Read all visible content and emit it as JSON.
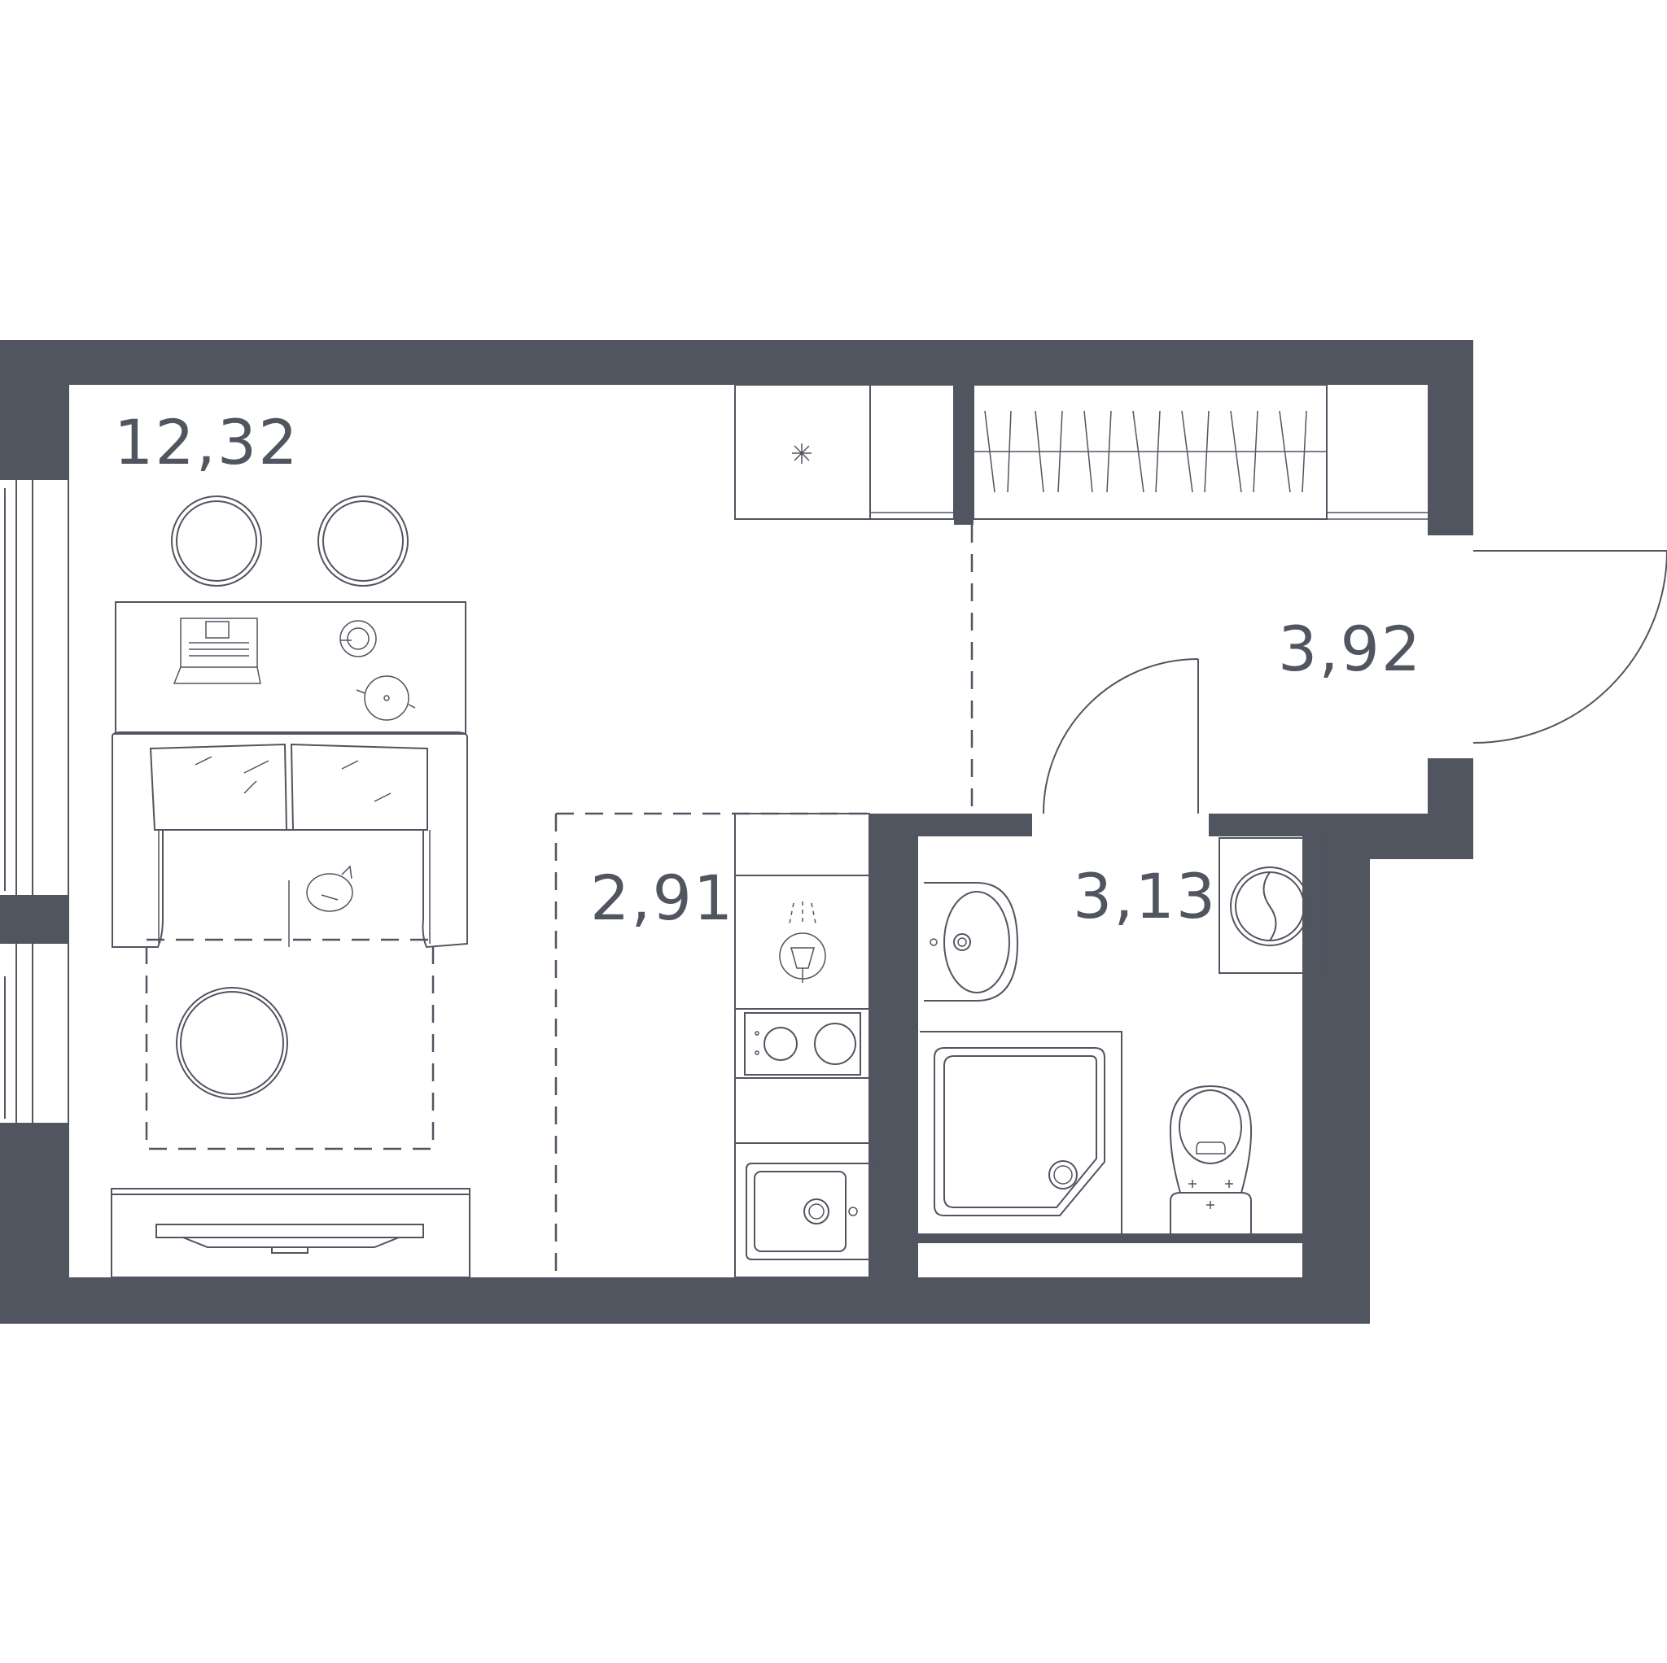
{
  "rooms": [
    {
      "id": "living",
      "area": "12,32"
    },
    {
      "id": "hall",
      "area": "3,92"
    },
    {
      "id": "kitchen",
      "area": "2,91"
    },
    {
      "id": "bathroom",
      "area": "3,13"
    }
  ],
  "colors": {
    "wall": "#515560",
    "background": "#ffffff",
    "line": "#515560"
  },
  "icons": [
    "laptop-icon",
    "cup-icon",
    "teapot-icon",
    "cat-icon",
    "faucet-icon",
    "washing-machine-icon",
    "toilet-icon",
    "shower-tray-icon",
    "sink-icon",
    "hob-icon",
    "tv-icon",
    "fridge-icon"
  ]
}
